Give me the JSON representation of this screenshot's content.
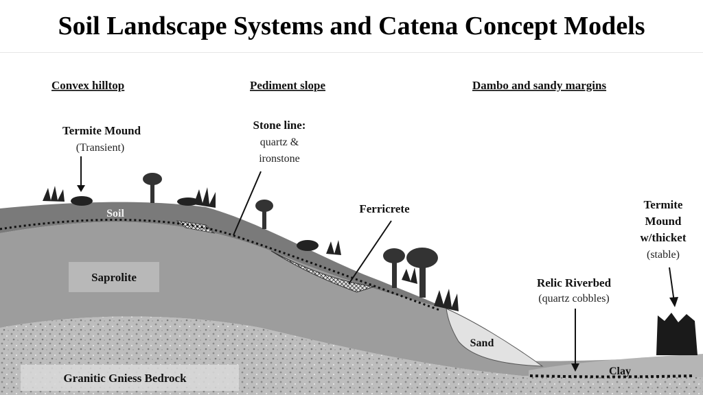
{
  "title": "Soil Landscape Systems and Catena Concept Models",
  "sections": {
    "hilltop": "Convex hilltop",
    "pediment": "Pediment slope",
    "dambo": "Dambo and sandy margins"
  },
  "labels": {
    "termite_left_1": "Termite Mound",
    "termite_left_2": "(Transient)",
    "stone_1": "Stone line:",
    "stone_2": "quartz &",
    "stone_3": "ironstone",
    "ferricrete": "Ferricrete",
    "termite_right_1": "Termite",
    "termite_right_2": "Mound",
    "termite_right_3": "w/thicket",
    "termite_right_4": "(stable)",
    "riverbed_1": "Relic Riverbed",
    "riverbed_2": "(quartz cobbles)",
    "soil": "Soil",
    "saprolite": "Saprolite",
    "sand": "Sand",
    "clay": "Clay",
    "bedrock": "Granitic Gniess Bedrock"
  }
}
